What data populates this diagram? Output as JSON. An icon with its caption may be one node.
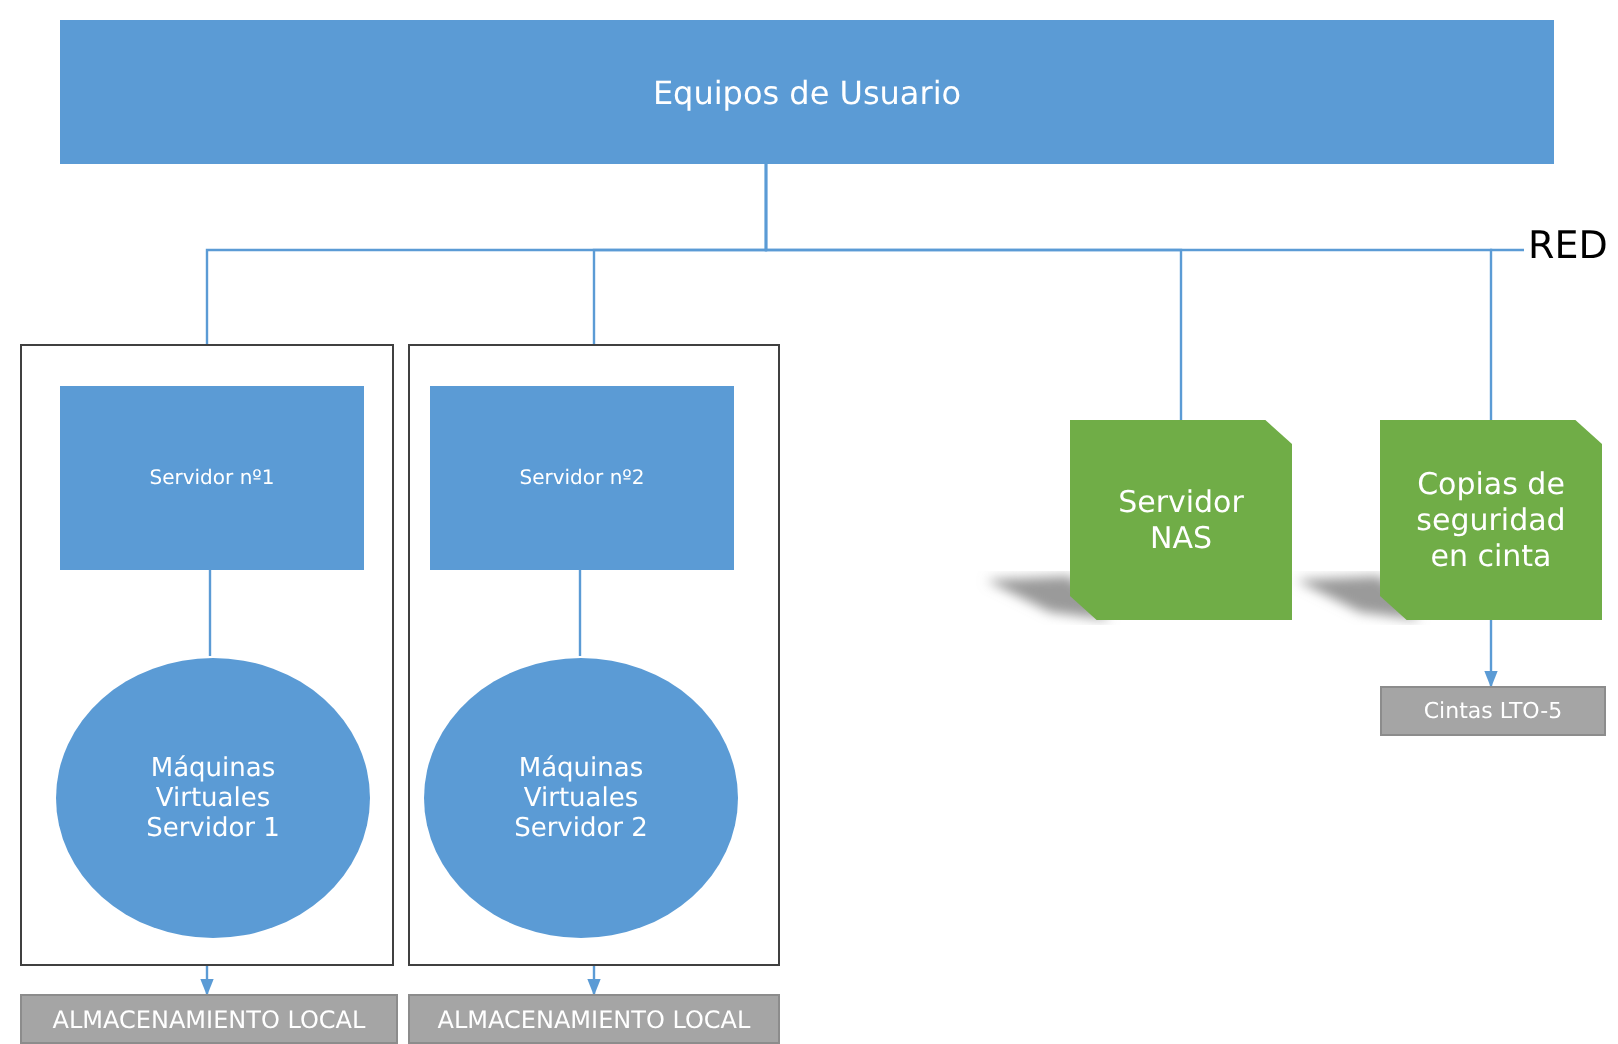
{
  "diagram": {
    "nodes": [
      {
        "text": [
          "Equipos de Usuario"
        ]
      },
      {
        "text": [],
        "shape": "box"
      },
      {
        "text": [
          "Servidor nº1"
        ],
        "in": 1
      },
      {
        "text": [
          "Máquinas Virtuales Servidor 1"
        ],
        "in": 1
      },
      {
        "text": [],
        "shape": "box"
      },
      {
        "text": [
          "Servidor nº2"
        ],
        "in": 4
      },
      {
        "text": [
          "Máquinas Virtuales Servidor 2"
        ],
        "in": 4
      },
      {
        "text": [
          "Servidor NAS"
        ]
      },
      {
        "text": [
          "Copias de seguridad en cinta"
        ]
      },
      {
        "text": [
          "Cintas LTO-5"
        ]
      },
      {
        "text": [
          "ALMACENAMIENTO LOCAL"
        ]
      },
      {
        "text": [
          "ALMACENAMIENTO LOCAL"
        ]
      }
    ],
    "edges": [
      {
        "from": 0,
        "to": 1,
        "arrow": "none"
      },
      {
        "from": 0,
        "to": 4,
        "arrow": "none"
      },
      {
        "from": 0,
        "to": 7,
        "arrow": "none"
      },
      {
        "from": 0,
        "to": 8,
        "arrow": "none"
      },
      {
        "from": 2,
        "to": 3,
        "arrow": "none"
      },
      {
        "from": 5,
        "to": 6,
        "arrow": "none"
      },
      {
        "from": 1,
        "to": 10,
        "arrow": "to"
      },
      {
        "from": 4,
        "to": 11,
        "arrow": "to"
      },
      {
        "from": 8,
        "to": 9,
        "arrow": "to"
      }
    ],
    "labels": [
      "RED"
    ]
  }
}
